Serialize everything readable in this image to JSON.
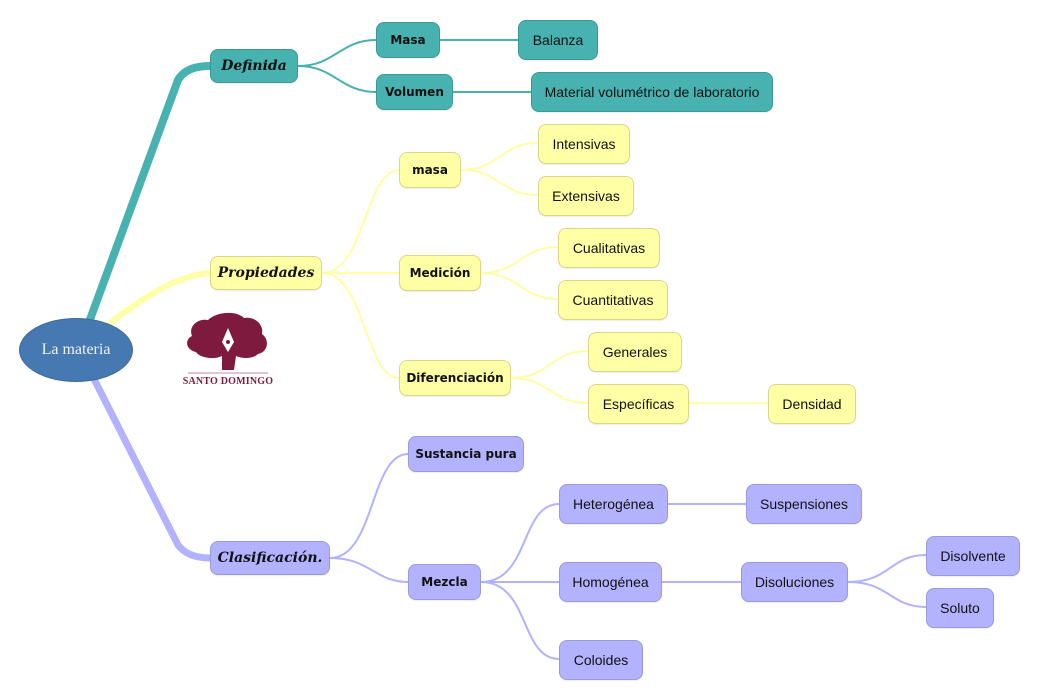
{
  "colors": {
    "teal": "#48b2b0",
    "yellow": "#ffffa6",
    "purple": "#b2b2ff",
    "root": "#4679b1",
    "logo": "#7d1a3e"
  },
  "root": {
    "label": "La materia"
  },
  "logo": {
    "name": "tree-pen-logo",
    "text": "SANTO DOMINGO"
  },
  "branches": {
    "definida": {
      "label": "Definida",
      "children": {
        "masa": {
          "label": "Masa",
          "child": "Balanza"
        },
        "volumen": {
          "label": "Volumen",
          "child": "Material volumétrico de laboratorio"
        }
      }
    },
    "propiedades": {
      "label": "Propiedades",
      "children": {
        "masa": {
          "label": "masa",
          "items": [
            "Intensivas",
            "Extensivas"
          ]
        },
        "medicion": {
          "label": "Medición",
          "items": [
            "Cualitativas",
            "Cuantitativas"
          ]
        },
        "diferenciacion": {
          "label": "Diferenciación",
          "items": [
            "Generales",
            "Específicas"
          ],
          "especificas_child": "Densidad"
        }
      }
    },
    "clasificacion": {
      "label": "Clasificación.",
      "children": {
        "sustancia": {
          "label": "Sustancia pura"
        },
        "mezcla": {
          "label": "Mezcla",
          "items": [
            "Heterogénea",
            "Homogénea",
            "Coloides"
          ],
          "heterogenea_child": "Suspensiones",
          "homogenea_child": "Disoluciones",
          "disoluciones_items": [
            "Disolvente",
            "Soluto"
          ]
        }
      }
    }
  }
}
